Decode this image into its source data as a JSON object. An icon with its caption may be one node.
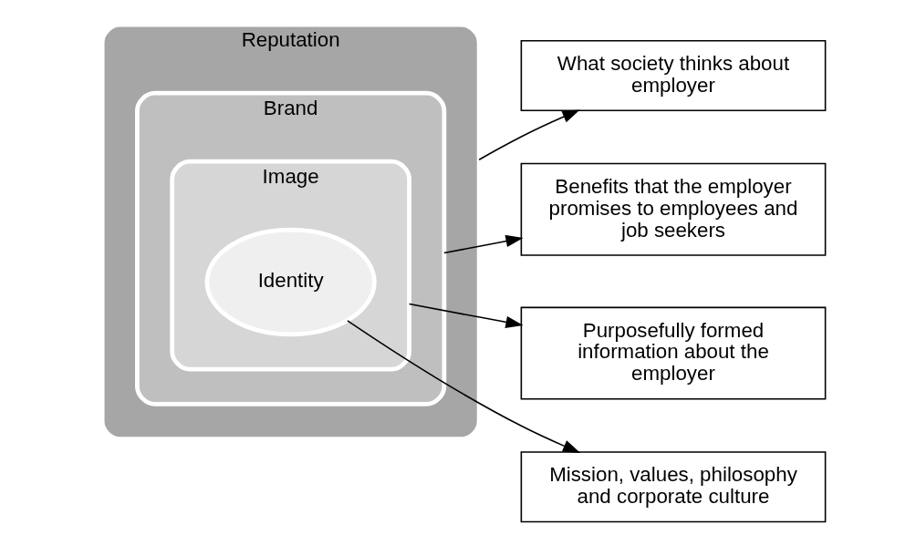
{
  "diagram": {
    "nodes": [
      {
        "text": [
          "Reputation"
        ]
      },
      {
        "text": [
          "Brand"
        ],
        "in": 0
      },
      {
        "text": [
          "Image"
        ],
        "in": 1
      },
      {
        "text": [
          "Identity"
        ],
        "in": 2
      },
      {
        "text": [
          "What society thinks about employer"
        ]
      },
      {
        "text": [
          "Benefits that the employer promises to employees and job seekers"
        ]
      },
      {
        "text": [
          "Purposefully formed information about the employer"
        ]
      },
      {
        "text": [
          "Mission, values, philosophy and corporate culture"
        ]
      }
    ],
    "edges": [
      {
        "from": 0,
        "to": 4,
        "arrow": "to"
      },
      {
        "from": 1,
        "to": 5,
        "arrow": "to"
      },
      {
        "from": 2,
        "to": 6,
        "arrow": "to"
      },
      {
        "from": 3,
        "to": 7,
        "arrow": "to"
      }
    ]
  }
}
